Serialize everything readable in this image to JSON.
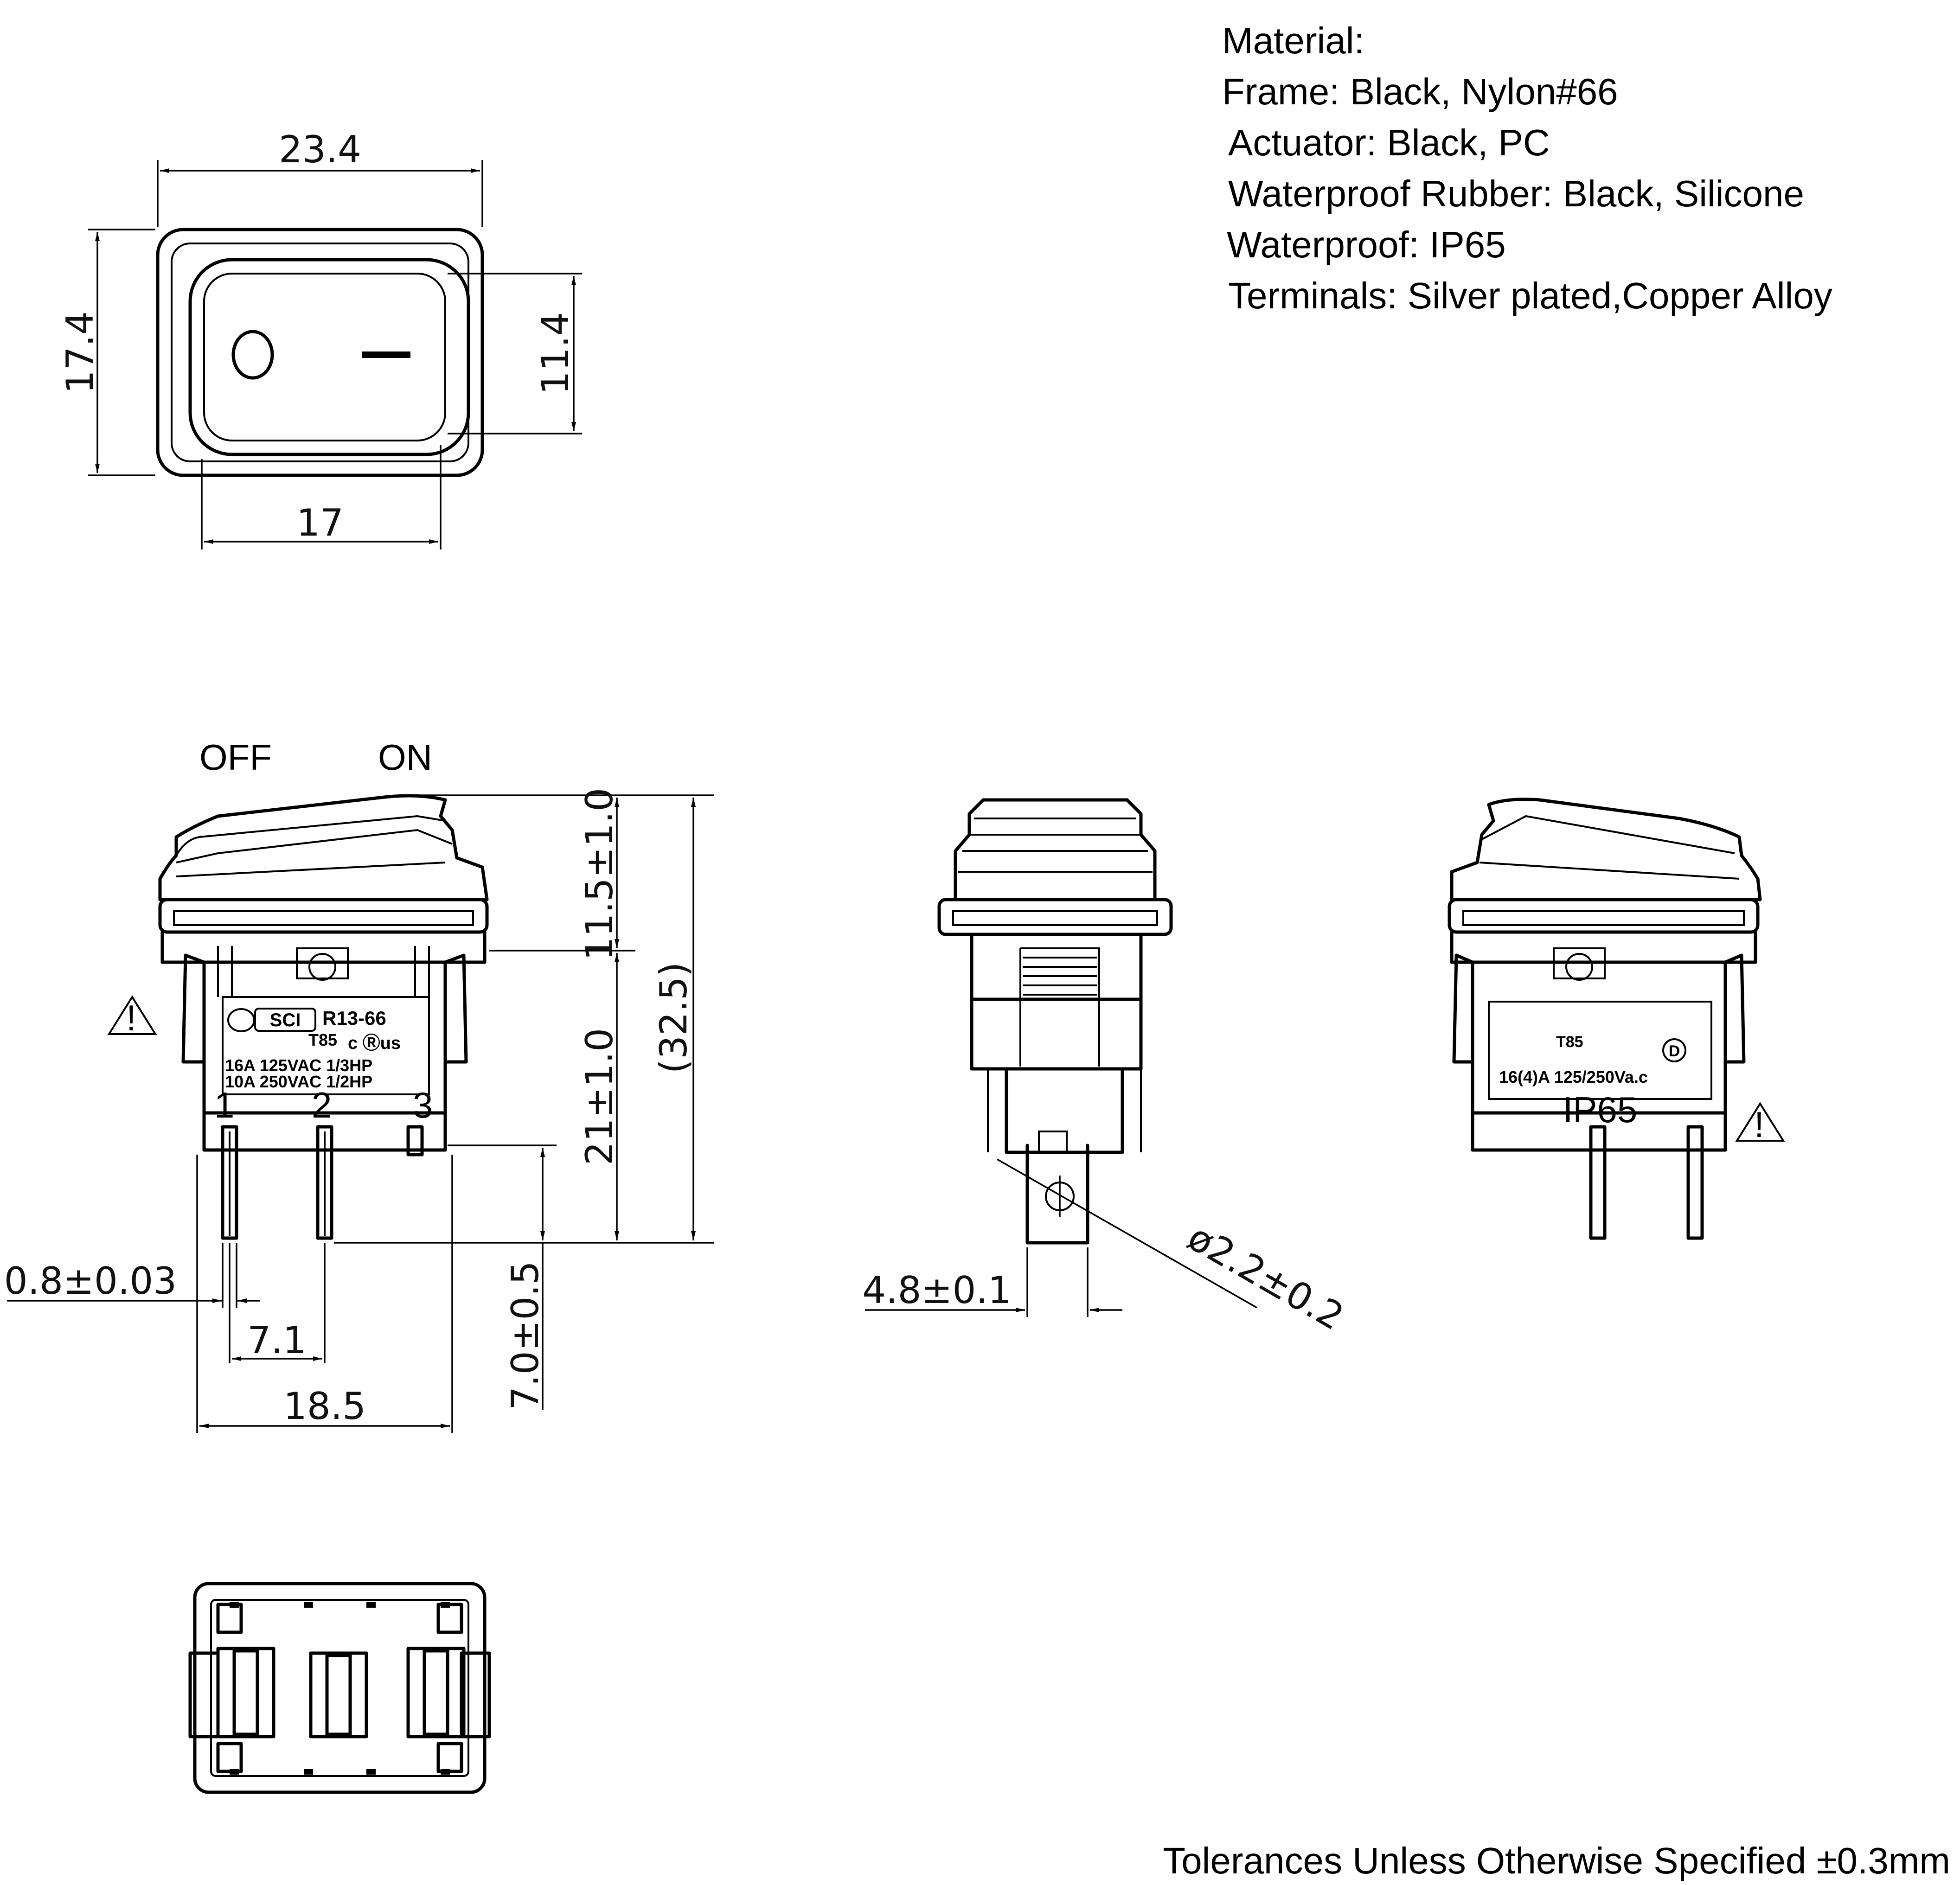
{
  "materials": {
    "heading": "Material:",
    "frame": "Frame: Black, Nylon#66",
    "actuator": "Actuator: Black, PC",
    "rubber": "Waterproof Rubber: Black, Silicone",
    "waterproof": "Waterproof: IP65",
    "terminals": "Terminals: Silver plated,Copper Alloy"
  },
  "top_view": {
    "width_outer": "23.4",
    "height_outer": "17.4",
    "actuator_height": "11.4",
    "actuator_width": "17",
    "symbol_off": "O",
    "symbol_on": "—"
  },
  "front_view": {
    "state_off": "OFF",
    "state_on": "ON",
    "brand": "SCI",
    "model": "R13-66",
    "temp_rating": "T85",
    "cert": "c Ⓡus",
    "rating_line1": "16A 125VAC 1/3HP",
    "rating_line2": "10A 250VAC 1/2HP",
    "pin1": "1",
    "pin2": "2",
    "pin3": "3",
    "dim_actuator_height": "11.5±1.0",
    "dim_body_height": "21±1.0",
    "dim_total_height": "(32.5)",
    "dim_pin_length": "7.0±0.5",
    "dim_pin_thickness": "0.8±0.03",
    "dim_pin_pitch": "7.1",
    "dim_body_width": "18.5"
  },
  "side_view": {
    "dim_tab_width": "4.8±0.1",
    "dim_hole": "ø2.2±0.2"
  },
  "rear_view": {
    "temp_rating": "T85",
    "rating": "16(4)A 125/250Va.c",
    "ip": "IP65",
    "cert_d": "D"
  },
  "warning_symbol": "!",
  "footer": {
    "tolerance": "Tolerances  Unless Otherwise Specified  ±0.3mm"
  }
}
